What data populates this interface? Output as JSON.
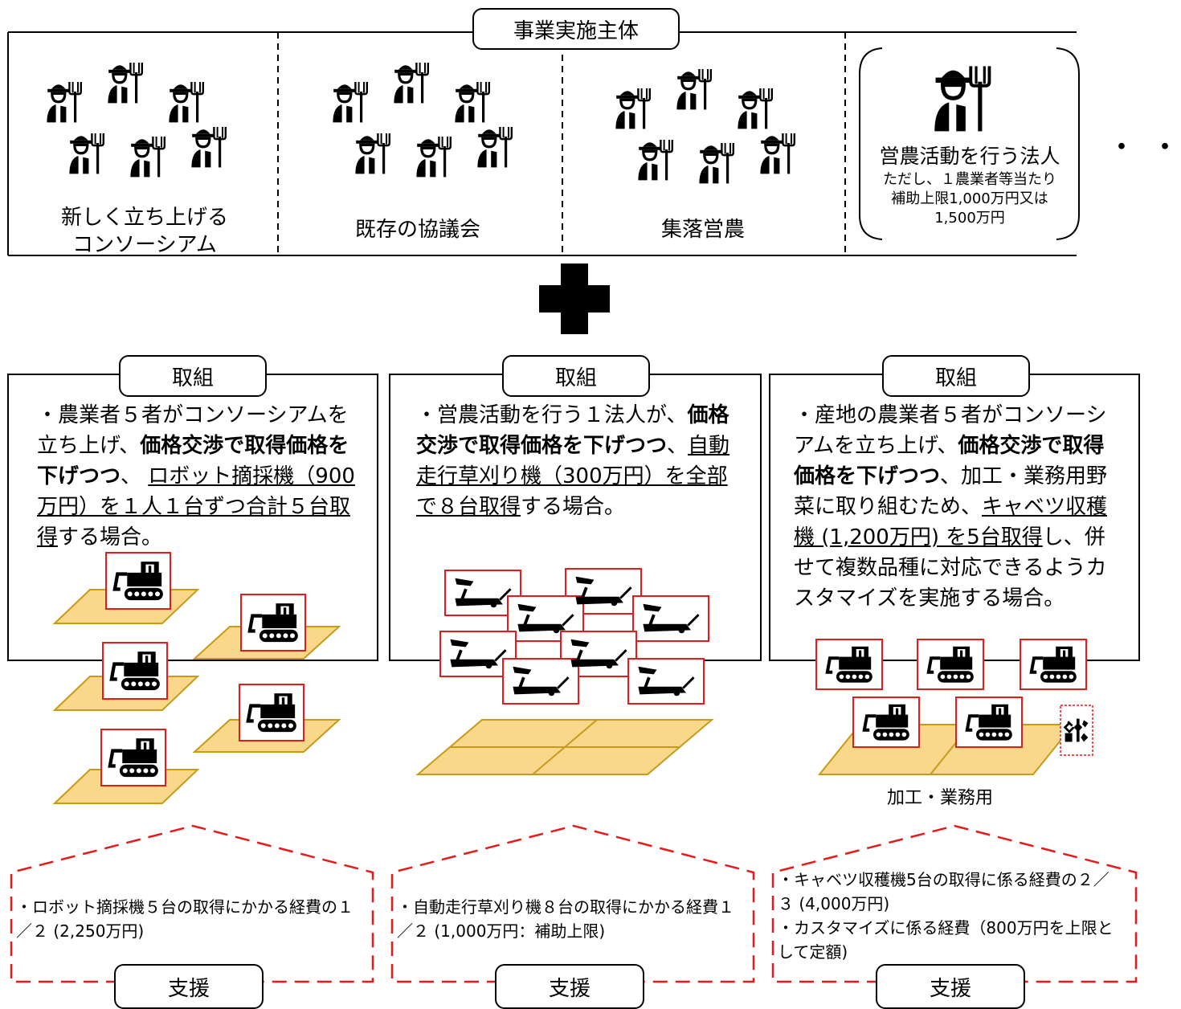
{
  "header": {
    "title": "事業実施主体"
  },
  "entities": [
    {
      "label_line1": "新しく立ち上げる",
      "label_line2": "コンソーシアム"
    },
    {
      "label": "既存の協議会"
    },
    {
      "label": "集落営農"
    },
    {
      "label": "営農活動を行う法人",
      "note_line1": "ただし、１農業者等当たり",
      "note_line2": "補助上限1,000万円又は",
      "note_line3": "1,500万円"
    }
  ],
  "ellipsis": "・・",
  "cases": [
    {
      "title": "取組",
      "text": {
        "p1": "・農業者５者がコンソーシアムを立ち上げ、",
        "b1": "価格交渉で取得価格を下げつつ",
        "p2": "、 ",
        "u1": "ロボット摘採機（900万円）を１人１台ずつ合計５台取得",
        "p3": "する場合。"
      },
      "support_text": "・ロボット摘採機５台の取得にかかる経費の１／２ (2,250万円)",
      "support_label": "支援"
    },
    {
      "title": "取組",
      "text": {
        "p1": "・営農活動を行う１法人が、",
        "b1": "価格交渉で取得価格を下げつつ",
        "p2": "、",
        "u1": "自動走行草刈り機（300万円）を全部で８台取得",
        "p3": "する場合。"
      },
      "support_text": "・自動走行草刈り機８台の取得にかかる経費１／２ (1,000万円：補助上限)",
      "support_label": "支援"
    },
    {
      "title": "取組",
      "text": {
        "p1": "・産地の農業者５者がコンソーシアムを立ち上げ、",
        "b1": "価格交渉で取得価格を下げつつ",
        "p2": "、加工・業務用野菜に取り組むため、",
        "u1": "キャベツ収穫機 (1,200万円) を5台取得",
        "p3": "し、併せて複数品種に対応できるようカスタマイズを実施する場合。"
      },
      "caption": "加工・業務用",
      "support_line1": "・キャベツ収穫機5台の取得に係る経費の２／３ (4,000万円)",
      "support_line2": "・カスタマイズに係る経費（800万円を上限として定額)",
      "support_label": "支援"
    }
  ],
  "icons": {
    "farmer": "farmer-icon",
    "plus": "plus-icon",
    "robot_harvester": "robot-harvester-icon",
    "mower": "mower-icon",
    "field": "field-icon",
    "customize": "tools-icon"
  },
  "colors": {
    "field_fill": "#f9d88c",
    "field_stroke": "#c79a1a",
    "machine_border": "#e51a1a",
    "support_dash": "#e51a1a"
  }
}
